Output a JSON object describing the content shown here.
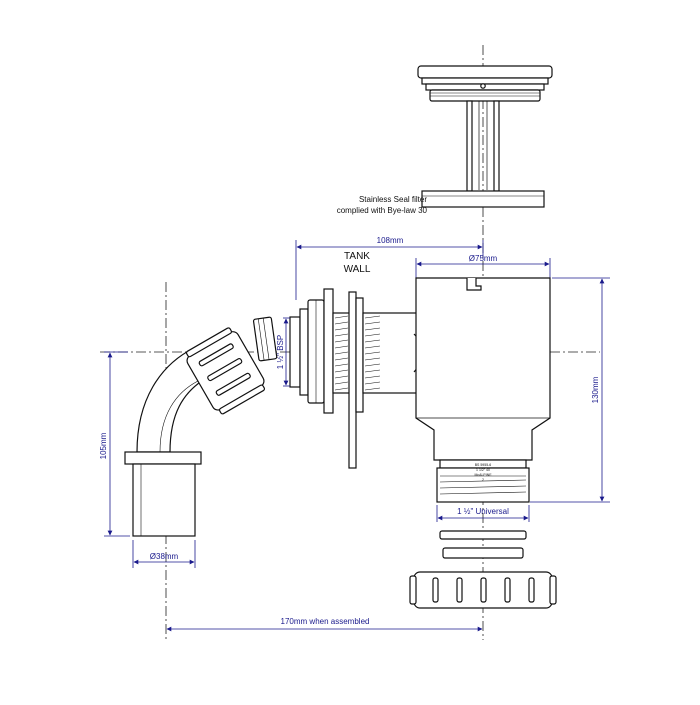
{
  "labels": {
    "filter_line1": "Stainless Seal filter",
    "filter_line2": "complied with Bye-law 30",
    "tank_line1": "TANK",
    "tank_line2": "WALL",
    "socket_text_line1": "BS 5955-6",
    "socket_text_line2": "1 1/2\" 40",
    "socket_text_line3": "McALPINE",
    "socket_text_line4": "2"
  },
  "dimensions": {
    "d108": "108mm",
    "d75": "Ø75mm",
    "d130": "130mm",
    "d105": "105mm",
    "d38": "Ø38mm",
    "d170": "170mm when assembled",
    "bsp": "1 ½\" BSP",
    "universal": "1 ½\" Universal"
  },
  "colors": {
    "outline": "#111111",
    "centerline": "#222222",
    "dimension": "#1a1a8c",
    "fill": "#ffffff"
  }
}
